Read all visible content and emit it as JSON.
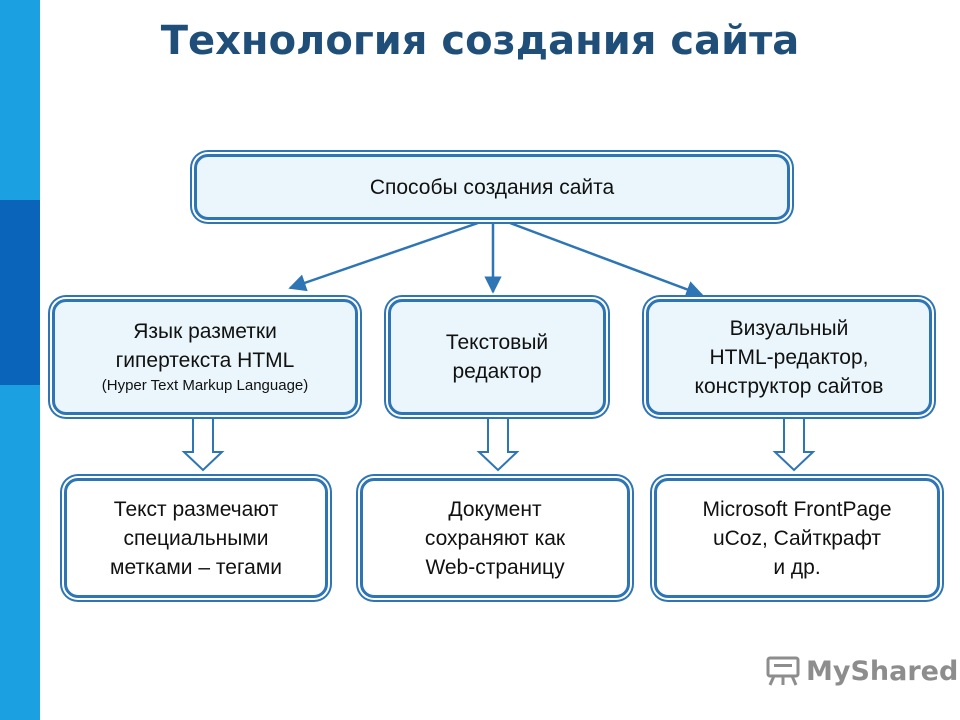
{
  "title": "Технология создания сайта",
  "root": {
    "label": "Способы создания сайта"
  },
  "methods": [
    {
      "lines": [
        "Язык разметки",
        "гипертекста HTML"
      ],
      "note": "(Hyper Text Markup Language)"
    },
    {
      "lines": [
        "Текстовый",
        "редактор"
      ]
    },
    {
      "lines": [
        "Визуальный",
        "HTML-редактор,",
        "конструктор сайтов"
      ]
    }
  ],
  "results": [
    {
      "lines": [
        "Текст размечают",
        "специальными",
        "метками – тегами"
      ]
    },
    {
      "lines": [
        "Документ",
        "сохраняют как",
        "Web-страницу"
      ]
    },
    {
      "lines": [
        "Microsoft FrontPage",
        "uCoz, Сайткрафт",
        "и др."
      ]
    }
  ],
  "logo": {
    "text": "MyShared"
  },
  "colors": {
    "accent": "#1ba1e2",
    "accent_dark": "#0a64ba",
    "title": "#1f4e79",
    "border": "#2e75b6",
    "box_fill": "#eaf6fb"
  }
}
